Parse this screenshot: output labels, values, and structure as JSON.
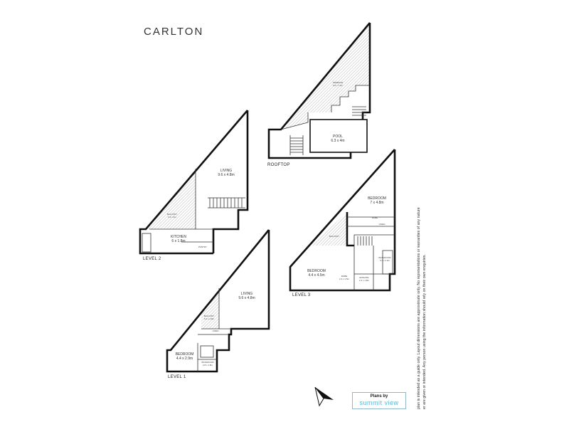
{
  "header": {
    "suburb": "CARLTON"
  },
  "levels": {
    "rooftop": "ROOFTOP",
    "level2": "LEVEL 2",
    "level3": "LEVEL 3",
    "level1": "LEVEL 1"
  },
  "rooms": {
    "rooftop_terrace": {
      "name": "TERRACE",
      "dims": "9.4 x 7.4m"
    },
    "rooftop_pool": {
      "name": "POOL",
      "dims": "6.3 x 4m"
    },
    "l2_living": {
      "name": "LIVING",
      "dims": "9.6 x 4.8m"
    },
    "l2_balcony": {
      "name": "BALCONY",
      "dims": "6.4 x 6m"
    },
    "l2_kitchen": {
      "name": "KITCHEN",
      "dims": "6 x 1.8m"
    },
    "l2_pantry": {
      "name": "PANTRY"
    },
    "l3_bedroom_main": {
      "name": "BEDROOM",
      "dims": "7 x 4.8m"
    },
    "l3_robe": {
      "name": "ROBE"
    },
    "l3_linen": {
      "name": "LINEN"
    },
    "l3_balcony": {
      "name": "BALCONY"
    },
    "l3_bathroom": {
      "name": "BATHROOM",
      "dims": "3.4 x 2.3m"
    },
    "l3_bedroom_2": {
      "name": "BEDROOM",
      "dims": "4.4 x 4.5m"
    },
    "l3_robe2": {
      "name": "ROBE",
      "dims": "2.4 x 1.5m"
    },
    "l3_ensuite": {
      "name": "ENSUITE",
      "dims": "2.4 x 1.8m"
    },
    "l1_living": {
      "name": "LIVING",
      "dims": "9.6 x 4.8m"
    },
    "l1_balcony": {
      "name": "BALCONY",
      "dims": "5.2 x 4.8m"
    },
    "l1_linen": {
      "name": "LINEN"
    },
    "l1_bedroom": {
      "name": "BEDROOM",
      "dims": "4.4 x 2.9m"
    },
    "l1_bathroom": {
      "name": "BATHROOM",
      "dims": "2.8 x 1.8m"
    }
  },
  "disclaimer": {
    "line1": "plan is intended as a guide only. Layout dimensions are approximate only. No representations or warranties of any nature",
    "line2": "er are given or intended. Any person using the information should rely on their own enquiries."
  },
  "logo": {
    "by": "Plans by",
    "brand": "summit view"
  },
  "icons": {
    "north": "north-arrow-icon"
  },
  "colors": {
    "wall": "#111111",
    "hatch": "#9a9a9a",
    "logo_accent": "#58b6d4"
  }
}
